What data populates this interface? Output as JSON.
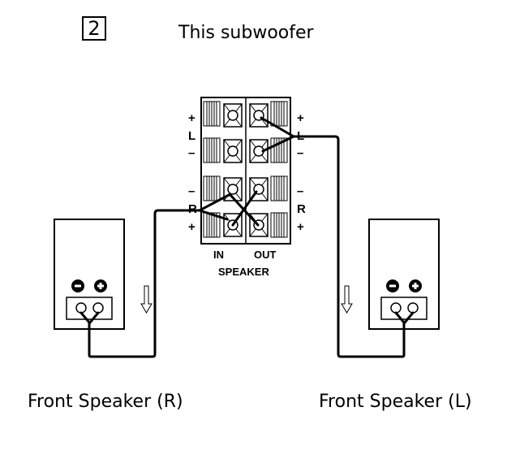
{
  "step_number": "2",
  "title": "This subwoofer",
  "terminal_panel": {
    "left_labels": {
      "plus_top": "+",
      "L": "L",
      "minus_top": "–",
      "minus_bottom": "–",
      "R": "R",
      "plus_bottom": "+"
    },
    "right_labels": {
      "plus_top": "+",
      "L": "L",
      "minus_top": "–",
      "minus_bottom": "–",
      "R": "R",
      "plus_bottom": "+"
    },
    "in_label": "IN",
    "out_label": "OUT",
    "speaker_label": "SPEAKER"
  },
  "speakers": {
    "right": {
      "label": "Front Speaker (R)",
      "minus_symbol": "−",
      "plus_symbol": "+"
    },
    "left": {
      "label": "Front Speaker (L)",
      "minus_symbol": "−",
      "plus_symbol": "+"
    }
  }
}
